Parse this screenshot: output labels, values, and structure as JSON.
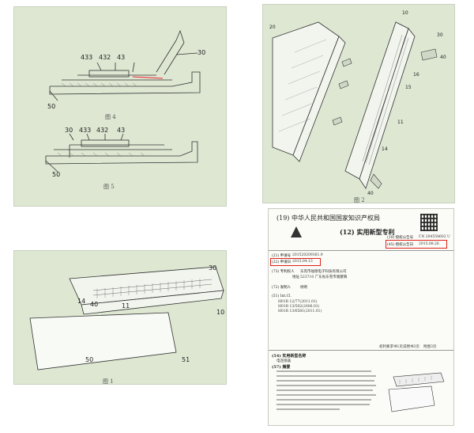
{
  "figure_a": {
    "caption": "图 4",
    "labels": [
      "30",
      "433",
      "432",
      "43",
      "50"
    ]
  },
  "figure_b": {
    "caption": "图 5",
    "labels": [
      "30",
      "433",
      "432",
      "43",
      "50"
    ]
  },
  "figure_c": {
    "caption": "图 1",
    "labels": [
      "30",
      "14",
      "40",
      "11",
      "10",
      "50",
      "51"
    ]
  },
  "figure_d": {
    "caption": "图 2",
    "labels": [
      "10",
      "30",
      "40",
      "11",
      "15",
      "16",
      "20",
      "14",
      "40"
    ]
  },
  "patent": {
    "header": "(19) 中华人民共和国国家知识产权局",
    "title": "(12) 实用新型专利",
    "grant_no_label": "(10) 授权公告号",
    "grant_no": "CN 204558602 U",
    "grant_date_label": "(45) 授权公告日",
    "grant_date": "2015.08.26",
    "app_no_label": "(21) 申请号",
    "app_no": "201520209361.9",
    "app_date_label": "(22) 申请日",
    "app_date": "2015.04.13",
    "patentee_label": "(73) 专利权人",
    "patentee": "东莞市福德电子科技有限公司",
    "address_label": "地址",
    "address": "523710 广东省东莞市塘厦镇",
    "inventor_label": "(72) 发明人",
    "inventor": "杨明",
    "ipc_label": "(51) Int.Cl.",
    "ipc": [
      "H01R 12/77(2011.01)",
      "H01R 13/502(2006.01)",
      "H01R 13/6581(2011.01)"
    ],
    "meta_right": [
      "权利要求书1页",
      "说明书3页",
      "附图3页"
    ],
    "name_label": "(54) 实用新型名称",
    "name": "电连接器",
    "abstract_label": "(57) 摘要"
  }
}
